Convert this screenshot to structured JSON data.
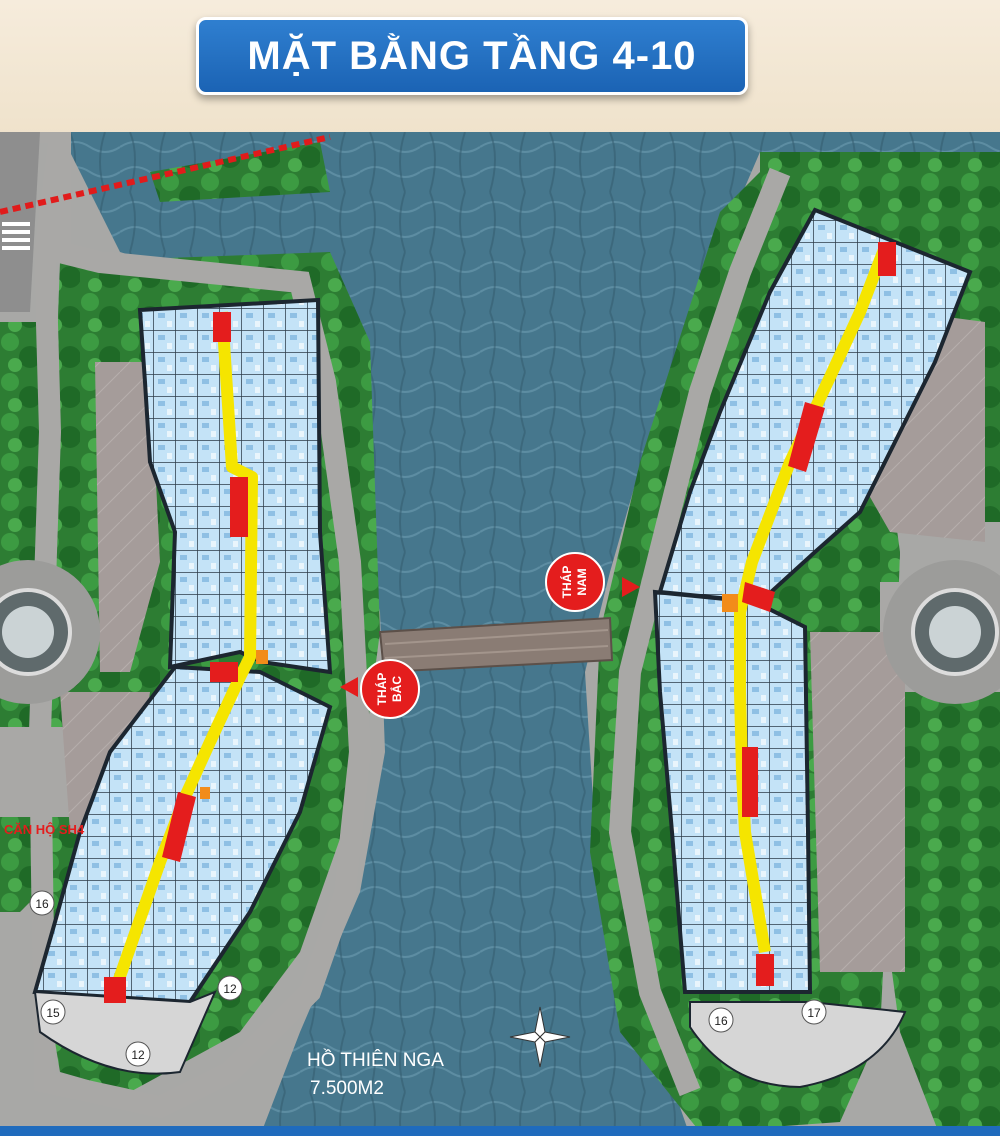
{
  "title": "MẶT BẰNG TẦNG 4-10",
  "towers": {
    "north": {
      "label_line1": "THÁP",
      "label_line2": "BẮC"
    },
    "south": {
      "label_line1": "THÁP",
      "label_line2": "NAM"
    }
  },
  "apartment_label": "CĂN HỘ SH4",
  "lake": {
    "name": "HỒ THIÊN NGA",
    "area": "7.500M2"
  },
  "unit_numbers": {
    "n16": "16",
    "n15": "15",
    "n12a": "12",
    "n12b": "12",
    "s16": "16",
    "s17": "17"
  },
  "colors": {
    "water": "#3f6f86",
    "greenery": "#2f8a3a",
    "apartment": "#b9dcf3",
    "corridor": "#f5e500",
    "core": "#e41d1d",
    "road": "#9a9a9a",
    "title_bg": "#1f6bbd"
  }
}
